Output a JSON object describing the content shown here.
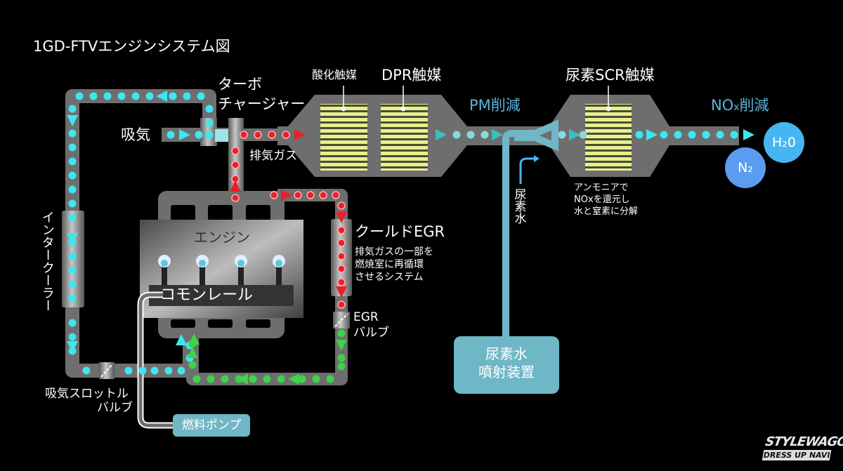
{
  "title": "1GD-FTVエンジンシステム図",
  "labels": {
    "turbo_line1": "ターボ",
    "turbo_line2": "チャージャー",
    "intake": "吸気",
    "exhaust_gas": "排気ガス",
    "oxidation_catalyst": "酸化触媒",
    "dpr_catalyst": "DPR触媒",
    "pm_reduction": "PM削減",
    "scr_catalyst": "尿素SCR触媒",
    "nox_reduction_prefix": "NO",
    "nox_reduction_sub": "x",
    "nox_reduction_suffix": "削減",
    "scr_note": [
      "アンモニアで",
      "NOxを還元し",
      "水と窒素に分解"
    ],
    "urea_water": "尿素水",
    "intercooler": "インタークーラー",
    "engine": "エンジン",
    "common_rail": "コモンレール",
    "cooled_egr": "クールドEGR",
    "egr_note": [
      "排気ガスの一部を",
      "燃焼室に再循環",
      "させるシステム"
    ],
    "egr_valve_line1": "EGR",
    "egr_valve_line2": "バルブ",
    "throttle_line1": "吸気スロットル",
    "throttle_line2": "バルブ",
    "fuel_pump": "燃料ポンプ",
    "urea_injector_line1": "尿素水",
    "urea_injector_line2": "噴射装置"
  },
  "outputs": {
    "h2o": "H₂0",
    "n2": "N₂"
  },
  "logo": {
    "line1": "STYLEWAGON",
    "line2": "DRESS UP NAVI"
  },
  "colors": {
    "background": "#000000",
    "pipe": "#6e6e6e",
    "intake_flow": "#3ee6f0",
    "exhaust_flow": "#e8202a",
    "egr_flow": "#3fd24a",
    "catalyst": "#e8f08c",
    "urea": "#6fb6c6",
    "accent_text": "#5cb4d9",
    "h2o": "#47b6f0",
    "n2": "#5a9cf0"
  }
}
